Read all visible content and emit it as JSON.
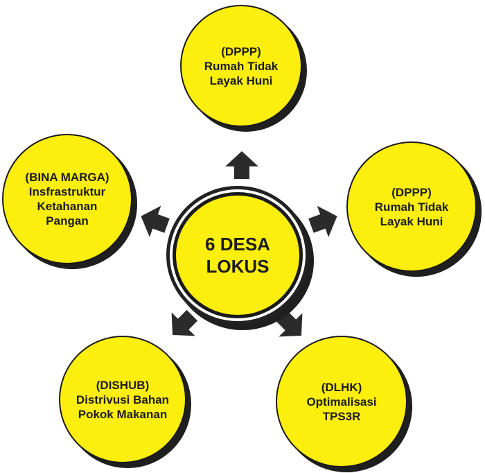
{
  "diagram": {
    "center": {
      "lines": [
        "6 DESA",
        "LOKUS"
      ]
    },
    "nodes": {
      "top": {
        "lines": [
          "(DPPP)",
          "Rumah Tidak",
          "Layak Huni"
        ]
      },
      "right": {
        "lines": [
          "(DPPP)",
          "Rumah Tidak",
          "Layak Huni"
        ]
      },
      "left": {
        "lines": [
          "(BINA MARGA)",
          "Insfrastruktur",
          "Ketahanan",
          "Pangan"
        ]
      },
      "bottom_left": {
        "lines": [
          "(DISHUB)",
          "Distrivusi Bahan",
          "Pokok Makanan"
        ]
      },
      "bottom_right": {
        "lines": [
          "(DLHK)",
          "Optimalisasi",
          "TPS3R"
        ]
      }
    },
    "colors": {
      "fill": "#fcee0d",
      "outline": "#1a1a1a",
      "arrow": "#2b2b2b"
    }
  }
}
